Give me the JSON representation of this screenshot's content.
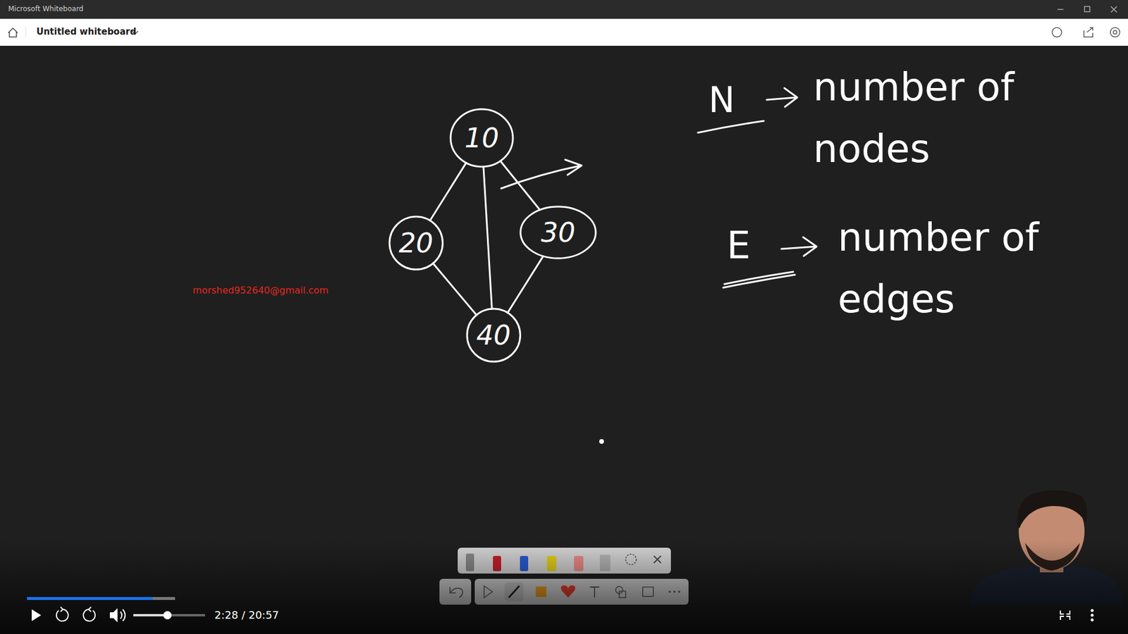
{
  "diagram": {
    "nodes": [
      {
        "text": [
          "10"
        ]
      },
      {
        "text": [
          "20"
        ]
      },
      {
        "text": [
          "30"
        ]
      },
      {
        "text": [
          "40"
        ]
      }
    ],
    "edges": [
      {
        "from": 0,
        "to": 1,
        "arrow": "none"
      },
      {
        "from": 0,
        "to": 2,
        "arrow": "none"
      },
      {
        "from": 0,
        "to": 3,
        "arrow": "none"
      },
      {
        "from": 1,
        "to": 3,
        "arrow": "none"
      },
      {
        "from": 2,
        "to": 3,
        "arrow": "none"
      }
    ],
    "labels": [
      "Microsoft Whiteboard",
      "Untitled whiteboard",
      "N",
      "number of nodes",
      "E",
      "number of edges",
      "morshed952640@gmail.com",
      "2:28 / 20:57"
    ]
  }
}
